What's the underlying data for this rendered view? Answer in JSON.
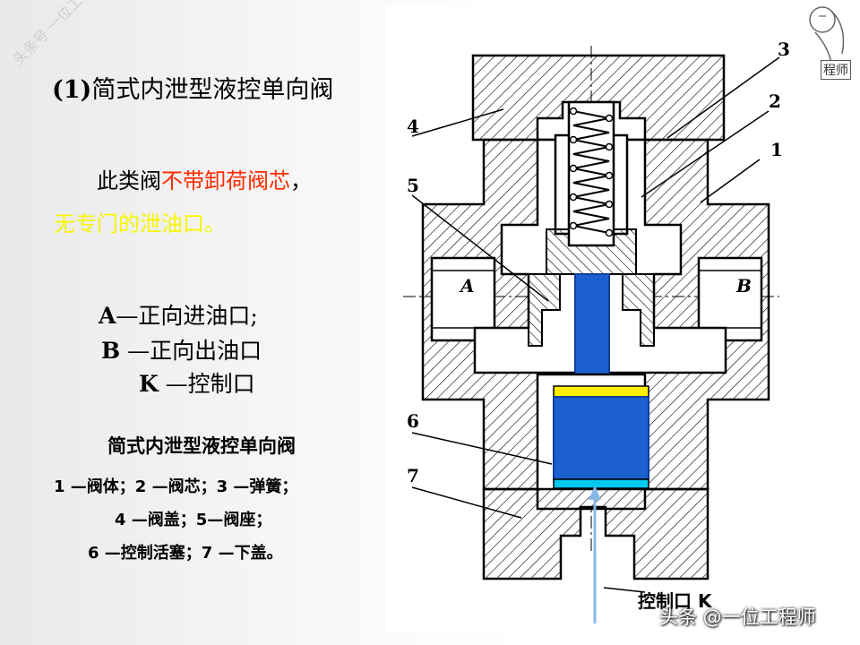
{
  "watermark_diag": "头条号 一位工程师",
  "title": {
    "num": "(1)",
    "text": "简式内泄型液控单向阀"
  },
  "desc": {
    "prefix": "此类阀",
    "highlight": "不带卸荷阀芯",
    "suffix": "，",
    "line2": "无专门的泄油口。"
  },
  "ports": {
    "a": {
      "key": "A",
      "text": "—正向进油口;"
    },
    "b": {
      "key": "B",
      "text": " —正向出油口"
    },
    "k": {
      "key": "K",
      "text": " —控制口"
    }
  },
  "caption": {
    "title": "简式内泄型液控单向阀",
    "line1": "1 —阀体；2 —阀芯；3 —弹簧；",
    "line2": "4 —阀盖；5—阀座；",
    "line3": "6 —控制活塞；7 —下盖。"
  },
  "diagram": {
    "labels": {
      "n1": "1",
      "n2": "2",
      "n3": "3",
      "n4": "4",
      "n5": "5",
      "n6": "6",
      "n7": "7",
      "a": "A",
      "b": "B",
      "k": "控制口 K"
    },
    "colors": {
      "piston": "#1c5fd0",
      "piston_dark": "#0e3e9a",
      "yellow_band": "#ffee00",
      "cyan_band": "#00c8ee",
      "arrow": "#88b8e8"
    }
  },
  "logo_text": "程师",
  "watermark_bottom": "头条 @一位工程师"
}
